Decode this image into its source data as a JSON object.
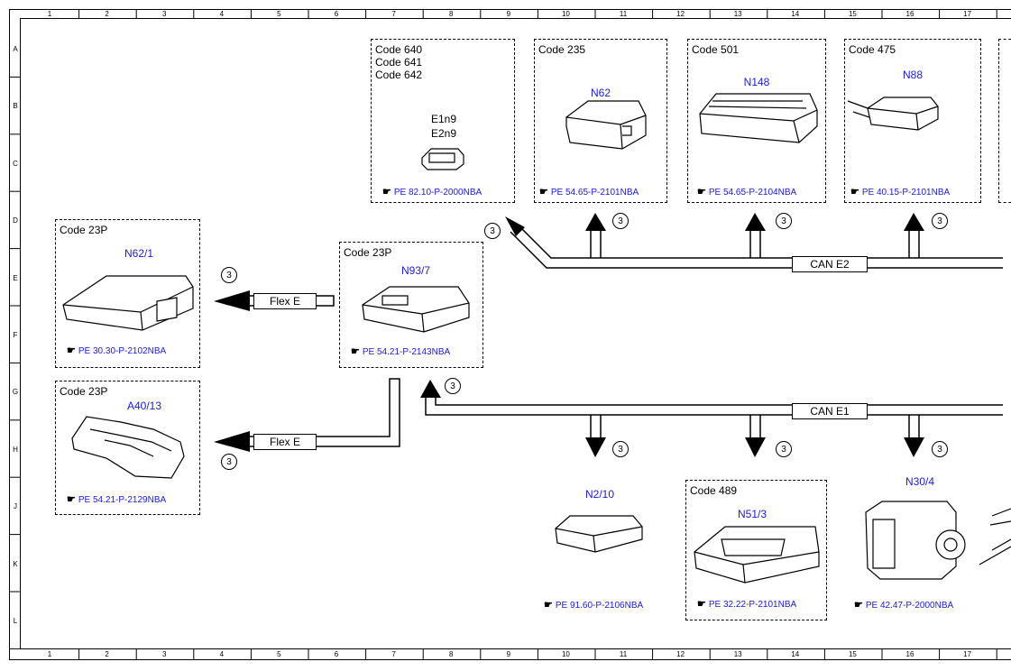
{
  "grid": {
    "columns": [
      "1",
      "2",
      "3",
      "4",
      "5",
      "6",
      "7",
      "8",
      "9",
      "10",
      "11",
      "12",
      "13",
      "14",
      "15",
      "16",
      "17"
    ],
    "rows": [
      "A",
      "B",
      "C",
      "D",
      "E",
      "F",
      "G",
      "H",
      "J",
      "K",
      "L"
    ]
  },
  "top_boxes": [
    {
      "code": "Code 640\nCode 641\nCode 642",
      "component": "E1n9\nE2n9",
      "reference": "PE 82.10-P-2000NBA"
    },
    {
      "code": "Code 235",
      "component": "N62",
      "reference": "PE 54.65-P-2101NBA"
    },
    {
      "code": "Code 501",
      "component": "N148",
      "reference": "PE 54.65-P-2104NBA"
    },
    {
      "code": "Code 475",
      "component": "N88",
      "reference": "PE 40.15-P-2101NBA"
    }
  ],
  "left_boxes": [
    {
      "code": "Code 23P",
      "component": "N62/1",
      "reference": "PE 30.30-P-2102NBA"
    },
    {
      "code": "Code 23P",
      "component": "A40/13",
      "reference": "PE 54.21-P-2129NBA"
    }
  ],
  "center_box": {
    "code": "Code 23P",
    "component": "N93/7",
    "reference": "PE 54.21-P-2143NBA"
  },
  "bottom_components": [
    {
      "code": "",
      "component": "N2/10",
      "reference": "PE 91.60-P-2106NBA"
    },
    {
      "code": "Code 489",
      "component": "N51/3",
      "reference": "PE 32.22-P-2101NBA"
    },
    {
      "code": "",
      "component": "N30/4",
      "reference": "PE 42.47-P-2000NBA"
    }
  ],
  "buses": {
    "can_e2": "CAN E2",
    "can_e1": "CAN E1",
    "flex_top": "Flex E",
    "flex_bottom": "Flex E"
  },
  "circle_marker": "3",
  "hand_symbol": "☛"
}
